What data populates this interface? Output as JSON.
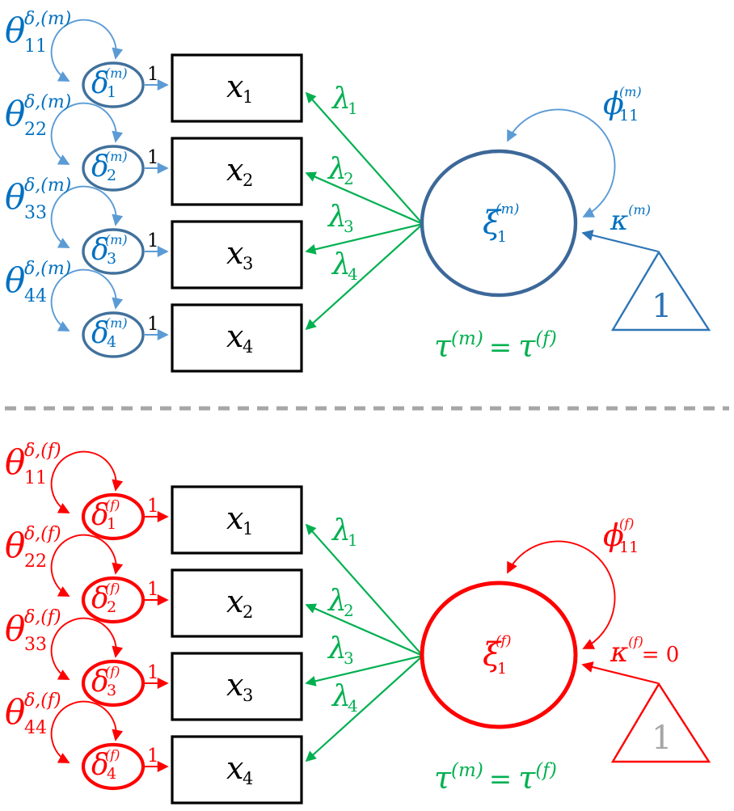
{
  "diagram": {
    "male": {
      "rows": [
        {
          "theta": {
            "base": "θ",
            "sup": "δ,(m)",
            "sub": "11"
          },
          "delta": {
            "base": "δ",
            "sup": "(m)",
            "sub": "1"
          },
          "unit": "1",
          "indicator": {
            "base": "x",
            "sub": "1"
          },
          "lambda": {
            "base": "λ",
            "sub": "1"
          }
        },
        {
          "theta": {
            "base": "θ",
            "sup": "δ,(m)",
            "sub": "22"
          },
          "delta": {
            "base": "δ",
            "sup": "(m)",
            "sub": "2"
          },
          "unit": "1",
          "indicator": {
            "base": "x",
            "sub": "2"
          },
          "lambda": {
            "base": "λ",
            "sub": "2"
          }
        },
        {
          "theta": {
            "base": "θ",
            "sup": "δ,(m)",
            "sub": "33"
          },
          "delta": {
            "base": "δ",
            "sup": "(m)",
            "sub": "3"
          },
          "unit": "1",
          "indicator": {
            "base": "x",
            "sub": "3"
          },
          "lambda": {
            "base": "λ",
            "sub": "3"
          }
        },
        {
          "theta": {
            "base": "θ",
            "sup": "δ,(m)",
            "sub": "44"
          },
          "delta": {
            "base": "δ",
            "sup": "(m)",
            "sub": "4"
          },
          "unit": "1",
          "indicator": {
            "base": "x",
            "sub": "4"
          },
          "lambda": {
            "base": "λ",
            "sub": "4"
          }
        }
      ],
      "factor": {
        "base": "ξ",
        "sup": "(m)",
        "sub": "1"
      },
      "phi": {
        "base": "ϕ",
        "sup": "(m)",
        "sub": "11"
      },
      "kappa": {
        "base": "κ",
        "sup": "(m)",
        "rest": ""
      },
      "triangle_label": "1",
      "tau": {
        "left": "τ",
        "left_sup": "(m)",
        "equals": "=",
        "right": "τ",
        "right_sup": "(f)"
      }
    },
    "female": {
      "rows": [
        {
          "theta": {
            "base": "θ",
            "sup": "δ,(f)",
            "sub": "11"
          },
          "delta": {
            "base": "δ",
            "sup": "(f)",
            "sub": "1"
          },
          "unit": "1",
          "indicator": {
            "base": "x",
            "sub": "1"
          },
          "lambda": {
            "base": "λ",
            "sub": "1"
          }
        },
        {
          "theta": {
            "base": "θ",
            "sup": "δ,(f)",
            "sub": "22"
          },
          "delta": {
            "base": "δ",
            "sup": "(f)",
            "sub": "2"
          },
          "unit": "1",
          "indicator": {
            "base": "x",
            "sub": "2"
          },
          "lambda": {
            "base": "λ",
            "sub": "2"
          }
        },
        {
          "theta": {
            "base": "θ",
            "sup": "δ,(f)",
            "sub": "33"
          },
          "delta": {
            "base": "δ",
            "sup": "(f)",
            "sub": "3"
          },
          "unit": "1",
          "indicator": {
            "base": "x",
            "sub": "3"
          },
          "lambda": {
            "base": "λ",
            "sub": "3"
          }
        },
        {
          "theta": {
            "base": "θ",
            "sup": "δ,(f)",
            "sub": "44"
          },
          "delta": {
            "base": "δ",
            "sup": "(f)",
            "sub": "4"
          },
          "unit": "1",
          "indicator": {
            "base": "x",
            "sub": "4"
          },
          "lambda": {
            "base": "λ",
            "sub": "4"
          }
        }
      ],
      "factor": {
        "base": "ξ",
        "sup": "(f)",
        "sub": "1"
      },
      "phi": {
        "base": "ϕ",
        "sup": "(f)",
        "sub": "11"
      },
      "kappa": {
        "base": "κ",
        "sup": "(f)",
        "rest": "= 0"
      },
      "triangle_label": "1",
      "tau": {
        "left": "τ",
        "left_sup": "(m)",
        "equals": "=",
        "right": "τ",
        "right_sup": "(f)"
      }
    }
  },
  "colors": {
    "male_text": "#0070C0",
    "male_node_border": "#41719C",
    "male_big_node_border": "#3C6899",
    "male_light_arrow": "#5B9BD5",
    "male_mid_arrow": "#2E75B6",
    "female": "#FF0000",
    "loading_green": "#00B050",
    "divider_gray": "#A6A6A6",
    "female_triangle_one_gray": "#A6A6A6",
    "indicator_border": "#000000"
  }
}
